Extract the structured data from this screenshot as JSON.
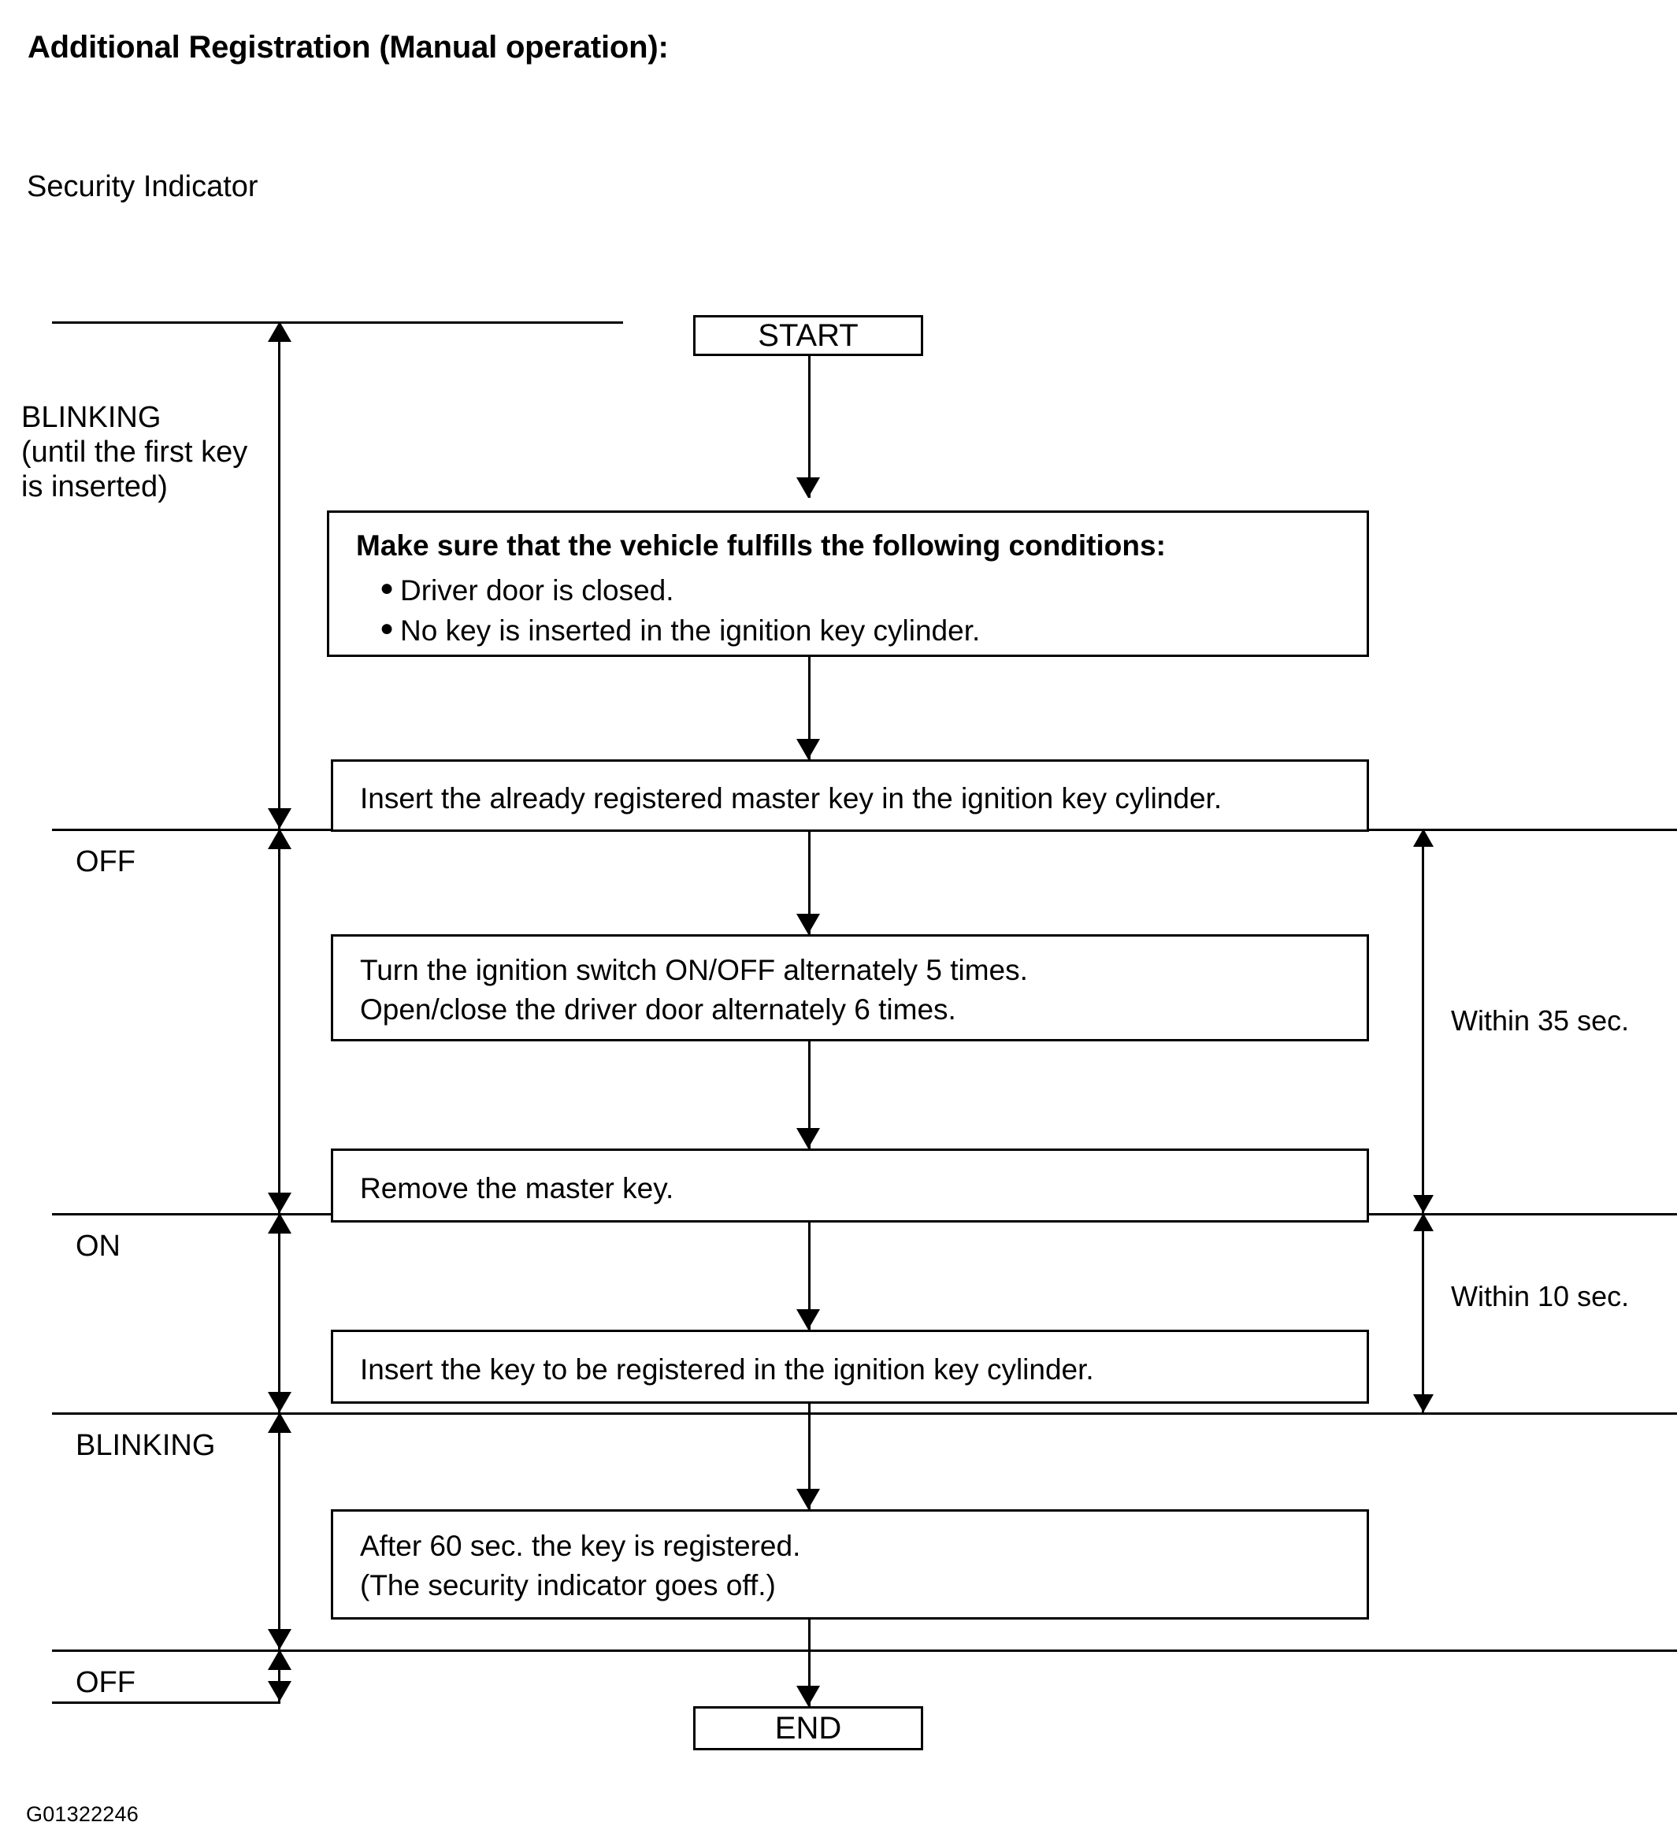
{
  "title": "Additional Registration (Manual operation):",
  "figure_id": "G01322246",
  "indicator": {
    "axis_label": "Security Indicator",
    "states": [
      {
        "id": "blinking-first",
        "label": "BLINKING",
        "note_line1": "(until the first key",
        "note_line2": "is inserted)"
      },
      {
        "id": "off-1",
        "label": "OFF"
      },
      {
        "id": "on-1",
        "label": "ON"
      },
      {
        "id": "blinking-2",
        "label": "BLINKING"
      },
      {
        "id": "off-2",
        "label": "OFF"
      }
    ]
  },
  "flow": {
    "start_label": "START",
    "end_label": "END",
    "steps": [
      {
        "id": "conditions",
        "heading": "Make sure that the vehicle fulfills the following conditions:",
        "bullets": [
          "Driver door is closed.",
          "No key is inserted in the ignition key cylinder."
        ]
      },
      {
        "id": "insert-master-key",
        "lines": [
          "Insert the already registered master key in the ignition key cylinder."
        ]
      },
      {
        "id": "cycle-ignition-door",
        "lines": [
          "Turn the ignition switch ON/OFF alternately 5 times.",
          "Open/close the driver door alternately 6 times."
        ]
      },
      {
        "id": "remove-master-key",
        "lines": [
          "Remove the master key."
        ]
      },
      {
        "id": "insert-new-key",
        "lines": [
          "Insert the key to be registered in the ignition key cylinder."
        ]
      },
      {
        "id": "registered",
        "lines": [
          "After 60 sec. the key is registered.",
          "(The security indicator goes off.)"
        ]
      }
    ]
  },
  "timing": [
    {
      "id": "within-35",
      "label": "Within 35 sec."
    },
    {
      "id": "within-10",
      "label": "Within 10 sec."
    }
  ]
}
